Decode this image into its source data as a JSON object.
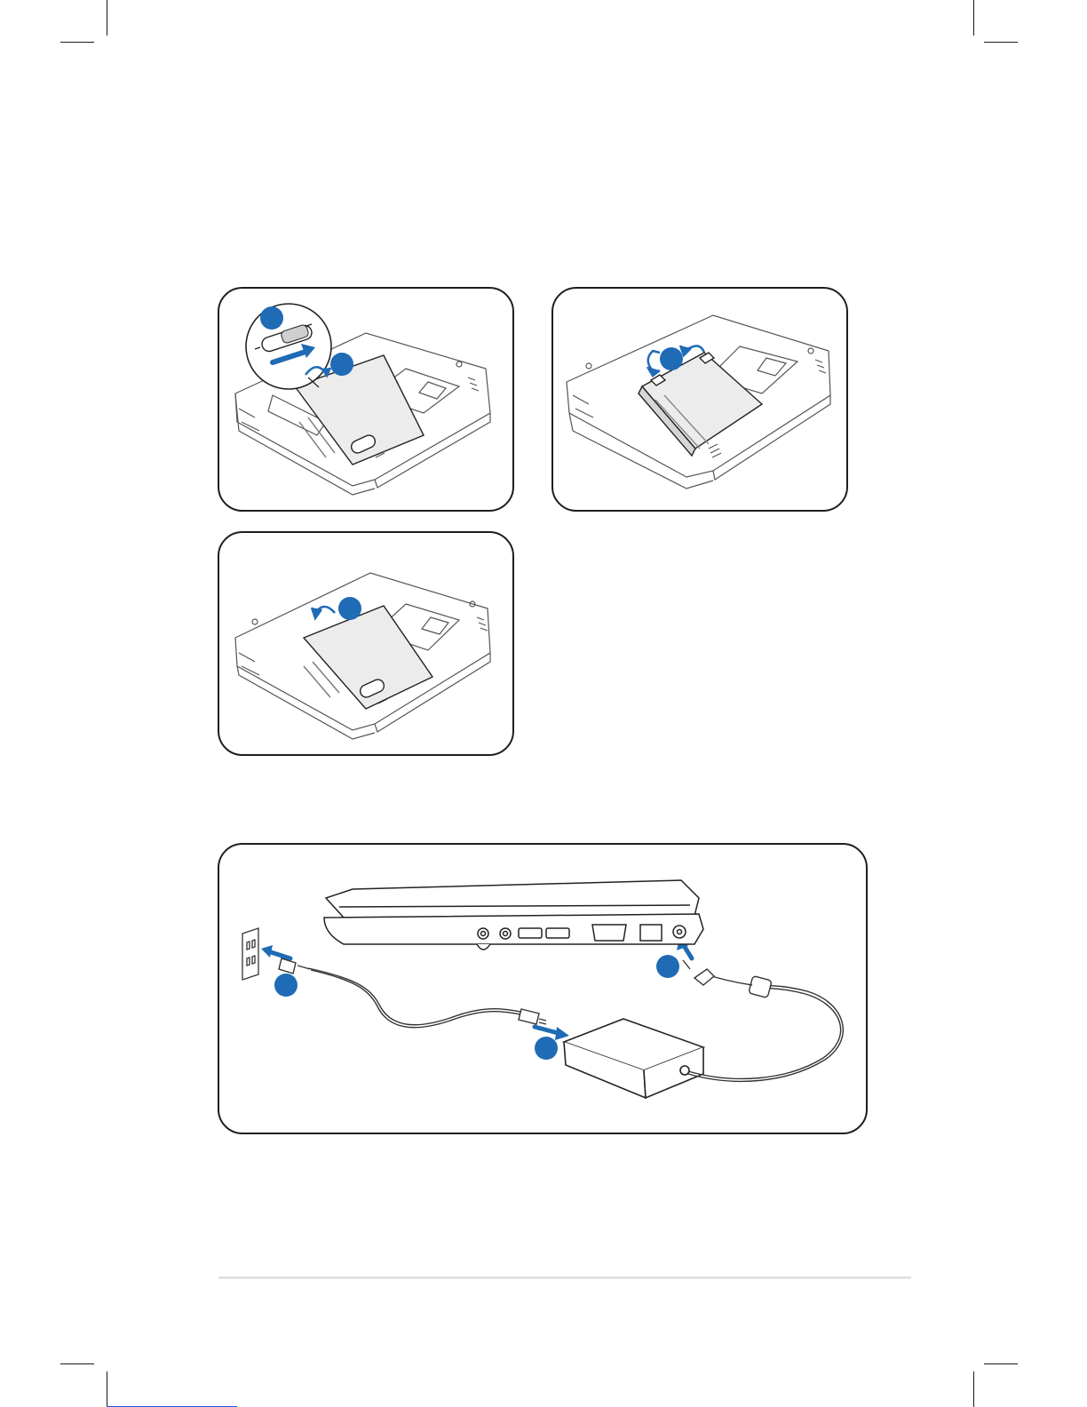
{
  "page": {
    "background": "#ffffff"
  },
  "accent_color": "#1f6bb5",
  "outline_color": "#1e1e1e",
  "panels": [
    {
      "id": "battery-remove-lock",
      "icons": [
        "laptop-underside-icon",
        "battery-lock-slider-icon",
        "push-arrow-icon",
        "lift-arrow-icon"
      ]
    },
    {
      "id": "battery-install",
      "icons": [
        "laptop-underside-icon",
        "battery-pack-icon",
        "rotate-left-arrow-icon",
        "rotate-right-arrow-icon"
      ]
    },
    {
      "id": "battery-close",
      "icons": [
        "laptop-underside-icon",
        "battery-cover-icon",
        "lower-arrow-icon"
      ]
    },
    {
      "id": "power-connection",
      "icons": [
        "wall-outlet-icon",
        "power-cord-icon",
        "ac-adapter-icon",
        "laptop-side-view-icon",
        "dc-plug-icon"
      ]
    }
  ]
}
